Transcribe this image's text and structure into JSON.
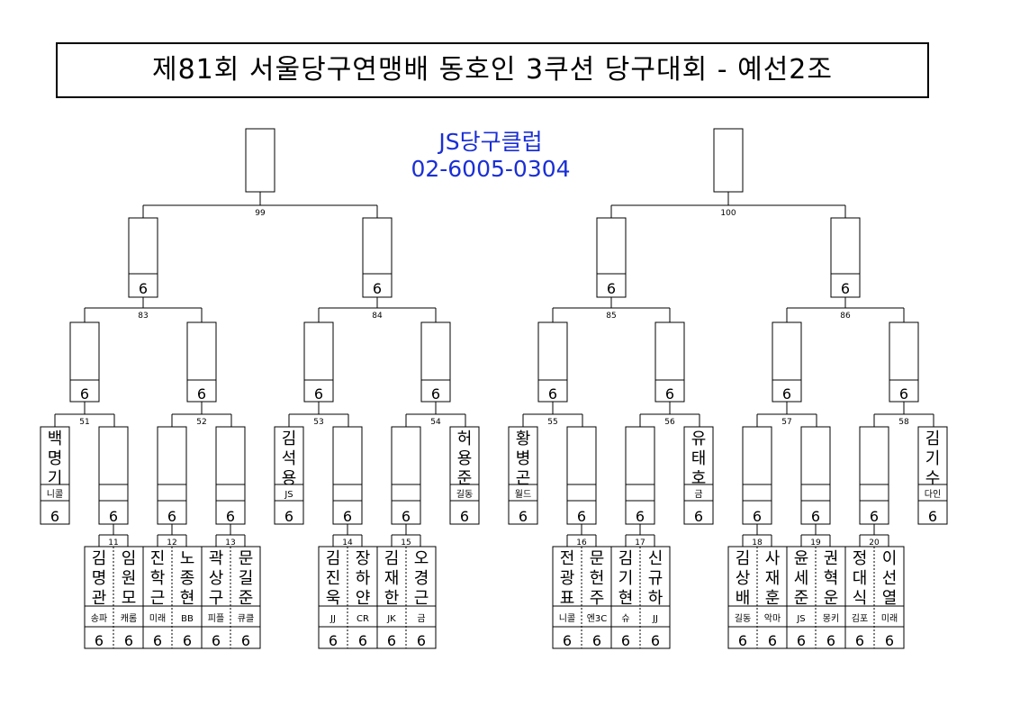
{
  "title": "제81회 서울당구연맹배 동호인 3쿠션 당구대회 - 예선2조",
  "club": {
    "name": "JS당구클럽",
    "phone": "02-6005-0304"
  },
  "score_mark": "6",
  "match_numbers": {
    "final_left": "99",
    "final_right": "100",
    "r3": [
      "83",
      "84",
      "85",
      "86"
    ],
    "r2": [
      "51",
      "52",
      "53",
      "54",
      "55",
      "56",
      "57",
      "58"
    ],
    "r1": [
      "11",
      "12",
      "13",
      "14",
      "15",
      "16",
      "17",
      "18",
      "19",
      "20"
    ]
  },
  "byes": [
    {
      "name": "백명기",
      "club": "니콜"
    },
    {
      "name": "김석용",
      "club": "JS"
    },
    {
      "name": "허용준",
      "club": "길동"
    },
    {
      "name": "황병곤",
      "club": "월드"
    },
    {
      "name": "유태호",
      "club": "금"
    },
    {
      "name": "김기수",
      "club": "다인"
    }
  ],
  "r1_players": [
    {
      "name": "김명관",
      "club": "송파"
    },
    {
      "name": "임원모",
      "club": "캐롬"
    },
    {
      "name": "진학근",
      "club": "미래"
    },
    {
      "name": "노종현",
      "club": "BB"
    },
    {
      "name": "곽상구",
      "club": "피플"
    },
    {
      "name": "문길준",
      "club": "큐클"
    },
    {
      "name": "김진욱",
      "club": "JJ"
    },
    {
      "name": "장하얀",
      "club": "CR"
    },
    {
      "name": "김재한",
      "club": "JK"
    },
    {
      "name": "오경근",
      "club": "금"
    },
    {
      "name": "전광표",
      "club": "니콜"
    },
    {
      "name": "문헌주",
      "club": "엔3C"
    },
    {
      "name": "김기현",
      "club": "슈"
    },
    {
      "name": "신규하",
      "club": "JJ"
    },
    {
      "name": "김상배",
      "club": "길동"
    },
    {
      "name": "사재훈",
      "club": "악마"
    },
    {
      "name": "윤세준",
      "club": "JS"
    },
    {
      "name": "권혁운",
      "club": "몽키"
    },
    {
      "name": "정대식",
      "club": "김포"
    },
    {
      "name": "이선열",
      "club": "미래"
    }
  ]
}
